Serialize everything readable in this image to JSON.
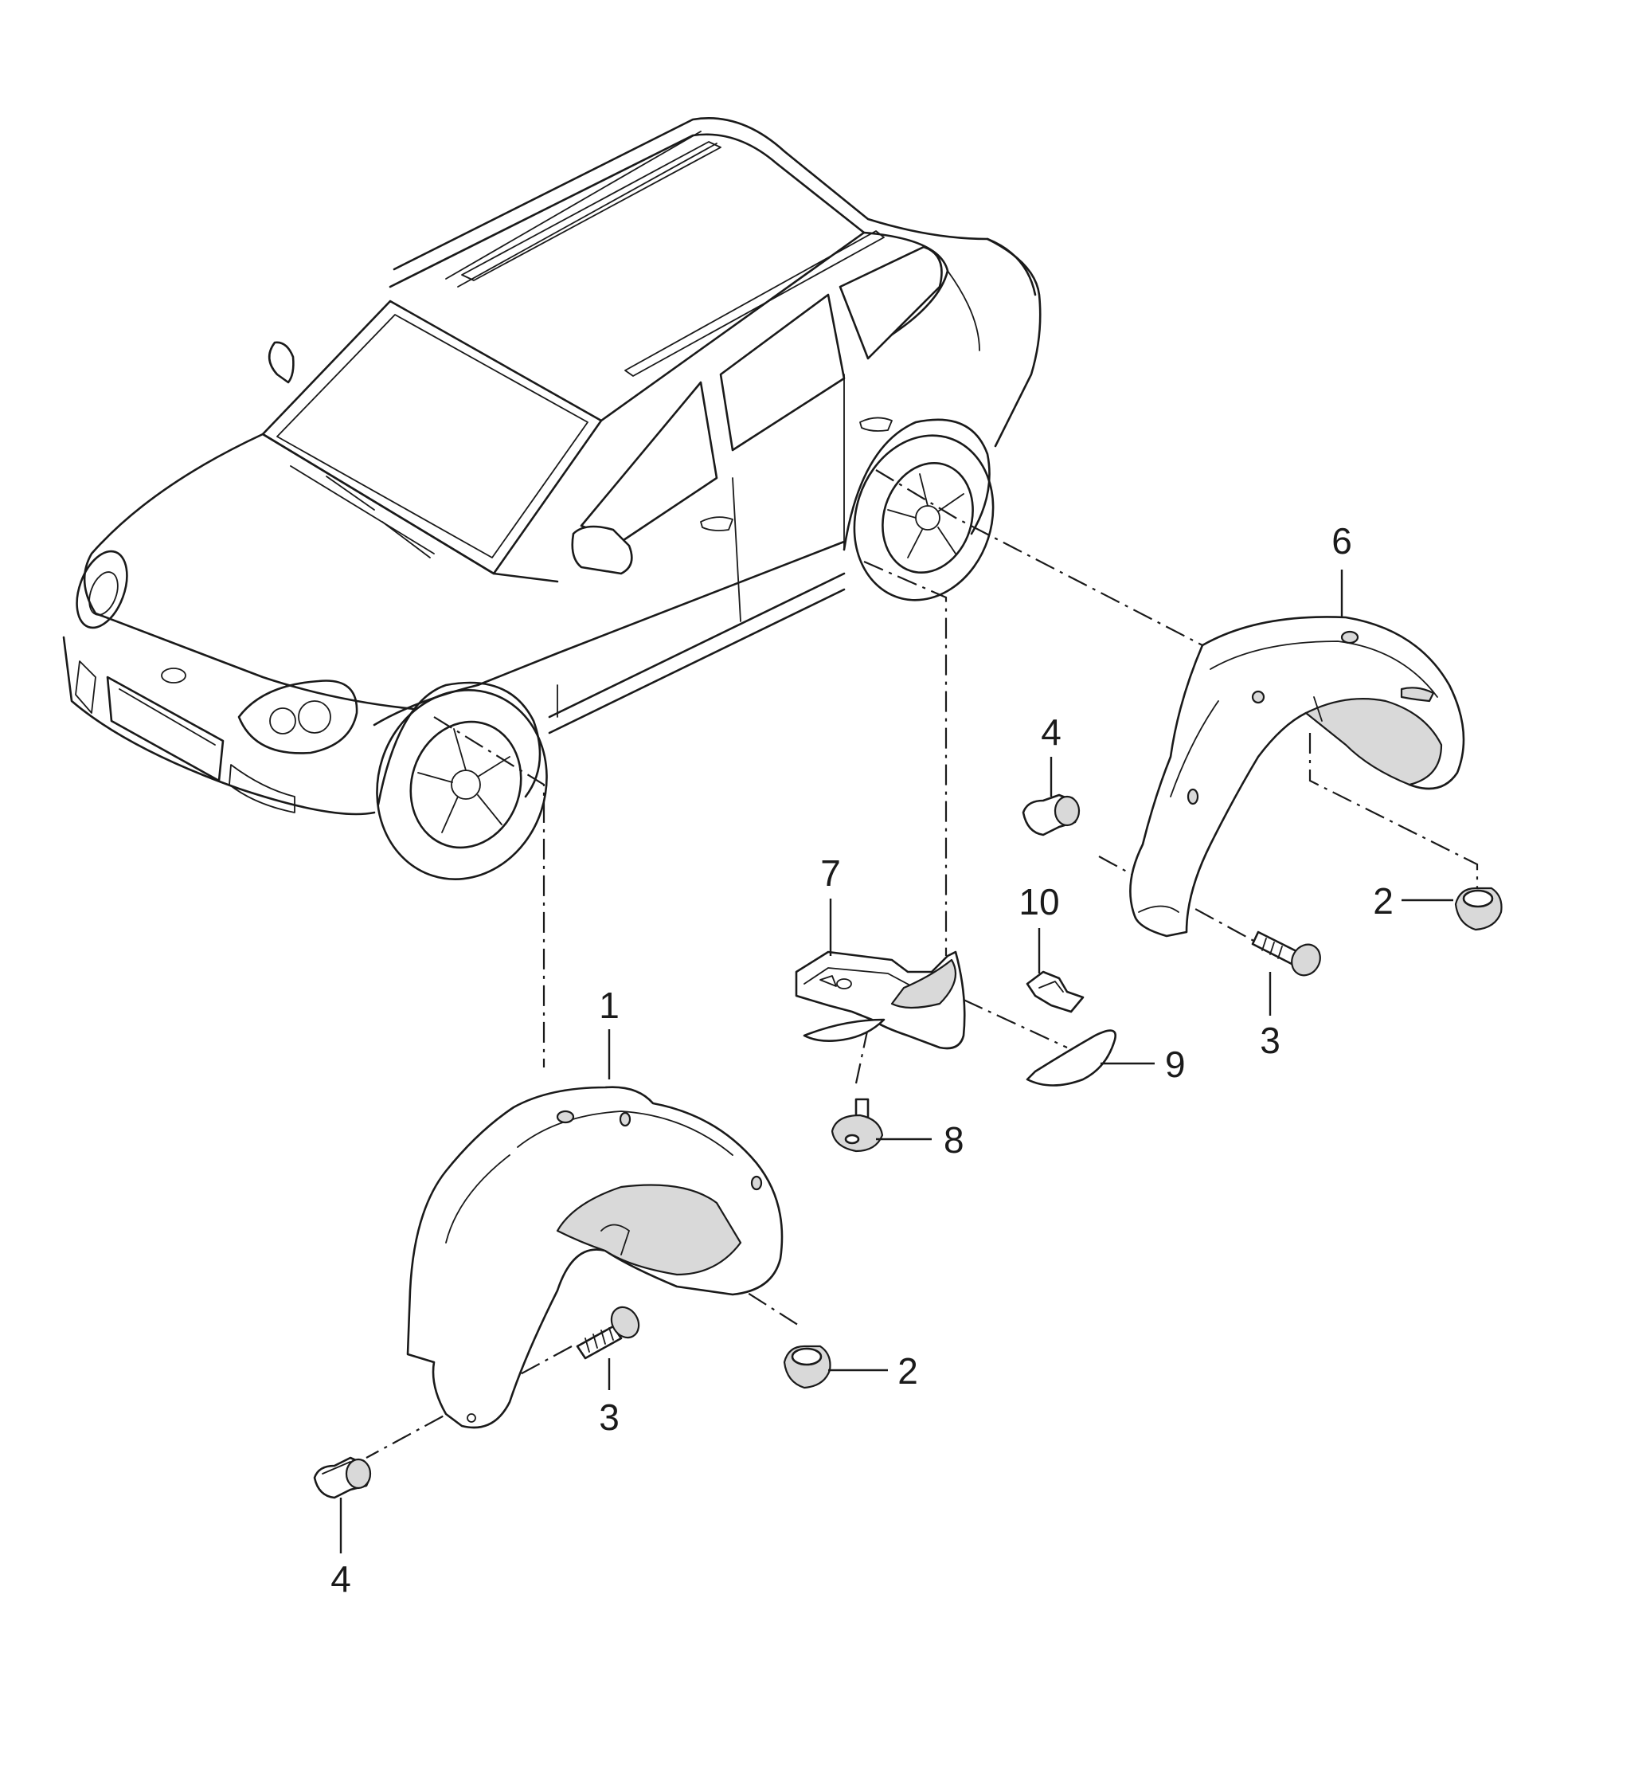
{
  "diagram": {
    "callouts": [
      {
        "id": "c1",
        "label": "1"
      },
      {
        "id": "c2a",
        "label": "2"
      },
      {
        "id": "c2b",
        "label": "2"
      },
      {
        "id": "c3a",
        "label": "3"
      },
      {
        "id": "c3b",
        "label": "3"
      },
      {
        "id": "c4a",
        "label": "4"
      },
      {
        "id": "c4b",
        "label": "4"
      },
      {
        "id": "c6",
        "label": "6"
      },
      {
        "id": "c7",
        "label": "7"
      },
      {
        "id": "c8",
        "label": "8"
      },
      {
        "id": "c9",
        "label": "9"
      },
      {
        "id": "c10",
        "label": "10"
      }
    ]
  }
}
